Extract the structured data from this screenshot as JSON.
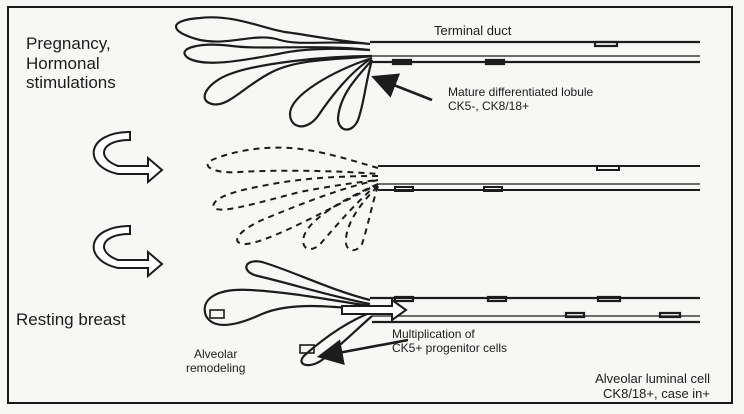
{
  "labels": {
    "stage_top": [
      "Pregnancy,",
      "Hormonal",
      "stimulations"
    ],
    "terminal_duct": "Terminal duct",
    "mature_lobule": [
      "Mature differentiated lobule",
      "CK5-, CK8/18+"
    ],
    "resting_breast": "Resting breast",
    "alveolar_remodeling": [
      "Alveolar",
      "remodeling"
    ],
    "multiplication": [
      "Multiplication of",
      "CK5+ progenitor cells"
    ],
    "alveolar_luminal": [
      "Alveolar luminal cell",
      "CK8/18+, case in+"
    ]
  },
  "colors": {
    "ink": "#1c1c1c",
    "background": "#f7f7f5"
  },
  "icons": {
    "cycle_arrows": "curved-cycle-arrow",
    "pointer_arrows": "pointer-arrow"
  }
}
